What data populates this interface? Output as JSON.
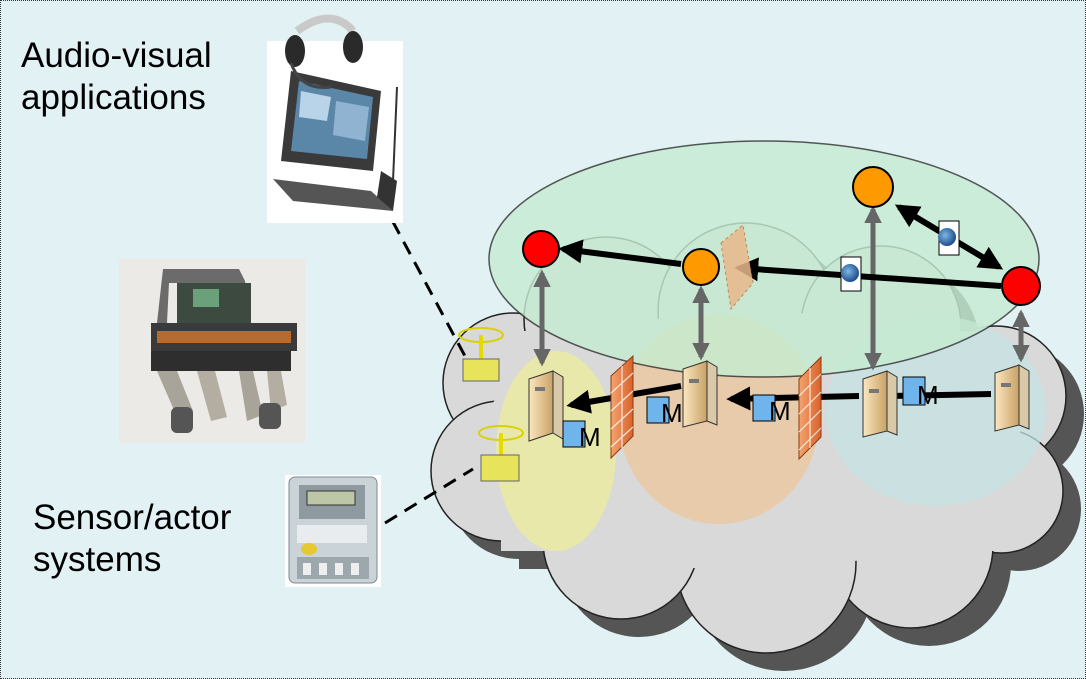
{
  "captions": {
    "audio_visual": "Audio-visual\napplications",
    "sensor_actor": "Sensor/actor\nsystems"
  },
  "labels": {
    "middleware": "M"
  },
  "icons": [
    "headset-laptop-icon",
    "robot-photo-icon",
    "electricity-meter-icon",
    "server-icon",
    "firewall-icon",
    "globe-document-icon",
    "antenna-device-icon"
  ],
  "colors": {
    "background": "#e2f1f4",
    "cloud": "#d9d9d9",
    "overlay_ellipse": "#c6ecd2",
    "node_red": "#ff0000",
    "node_orange": "#ff9900",
    "link_arrow": "#000000",
    "vertical_link": "#666666"
  }
}
